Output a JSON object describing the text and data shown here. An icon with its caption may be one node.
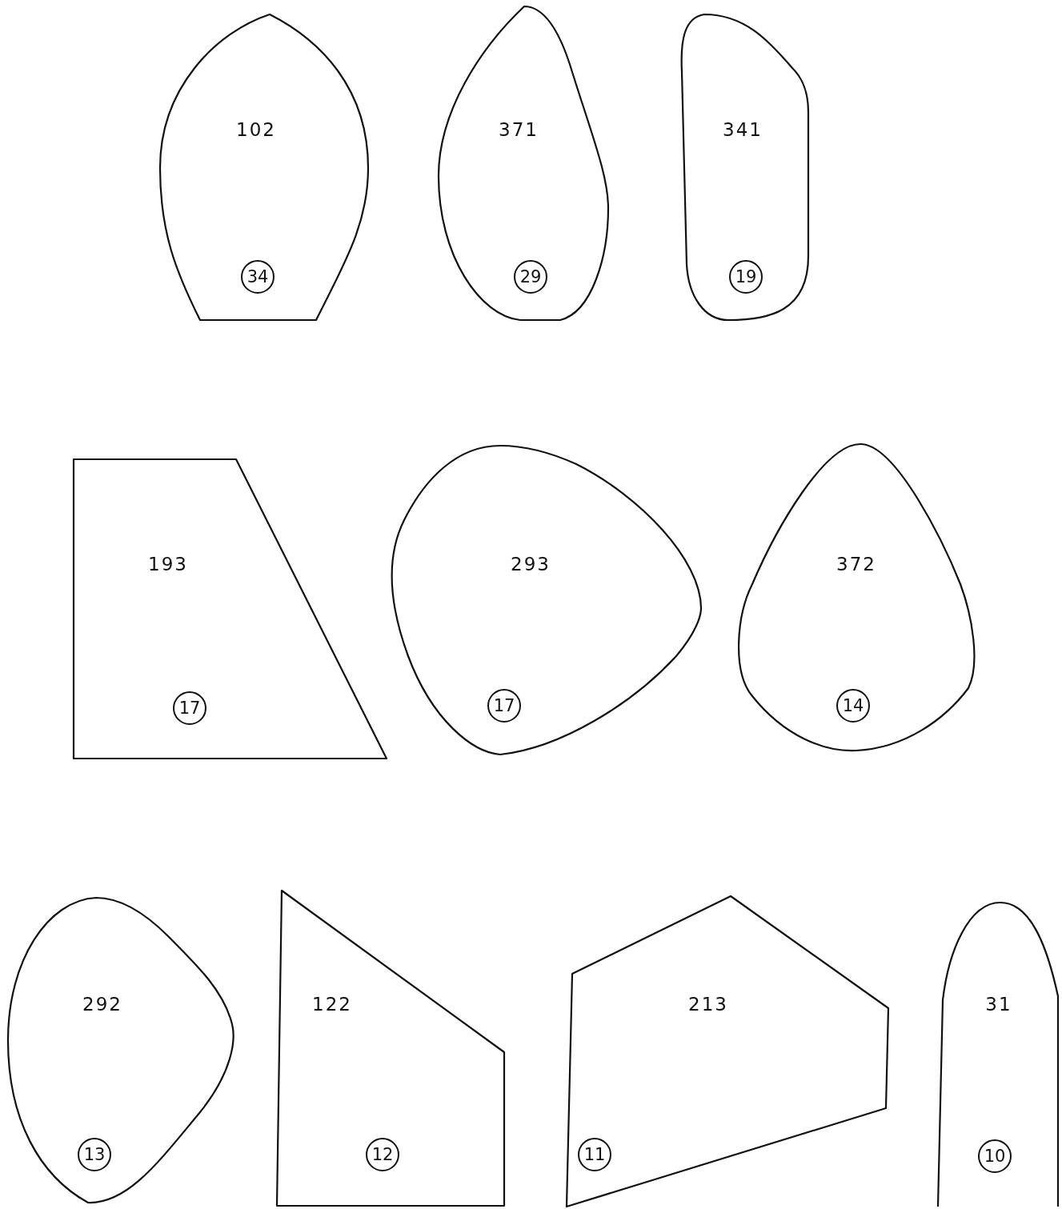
{
  "diagram": {
    "nodes": [
      {
        "text": [
          "102"
        ]
      },
      {
        "text": [
          "34"
        ],
        "in": 0
      },
      {
        "text": [
          "371"
        ]
      },
      {
        "text": [
          "29"
        ],
        "in": 2
      },
      {
        "text": [
          "341"
        ]
      },
      {
        "text": [
          "19"
        ],
        "in": 4
      },
      {
        "text": [
          "193"
        ]
      },
      {
        "text": [
          "17"
        ],
        "in": 6
      },
      {
        "text": [
          "293"
        ]
      },
      {
        "text": [
          "17"
        ],
        "in": 8
      },
      {
        "text": [
          "372"
        ]
      },
      {
        "text": [
          "14"
        ],
        "in": 10
      },
      {
        "text": [
          "292"
        ]
      },
      {
        "text": [
          "13"
        ],
        "in": 12
      },
      {
        "text": [
          "122"
        ]
      },
      {
        "text": [
          "12"
        ],
        "in": 14
      },
      {
        "text": [
          "213"
        ]
      },
      {
        "text": [
          "11"
        ],
        "in": 16
      },
      {
        "text": [
          "31"
        ]
      },
      {
        "text": [
          "10"
        ],
        "in": 18
      }
    ]
  }
}
